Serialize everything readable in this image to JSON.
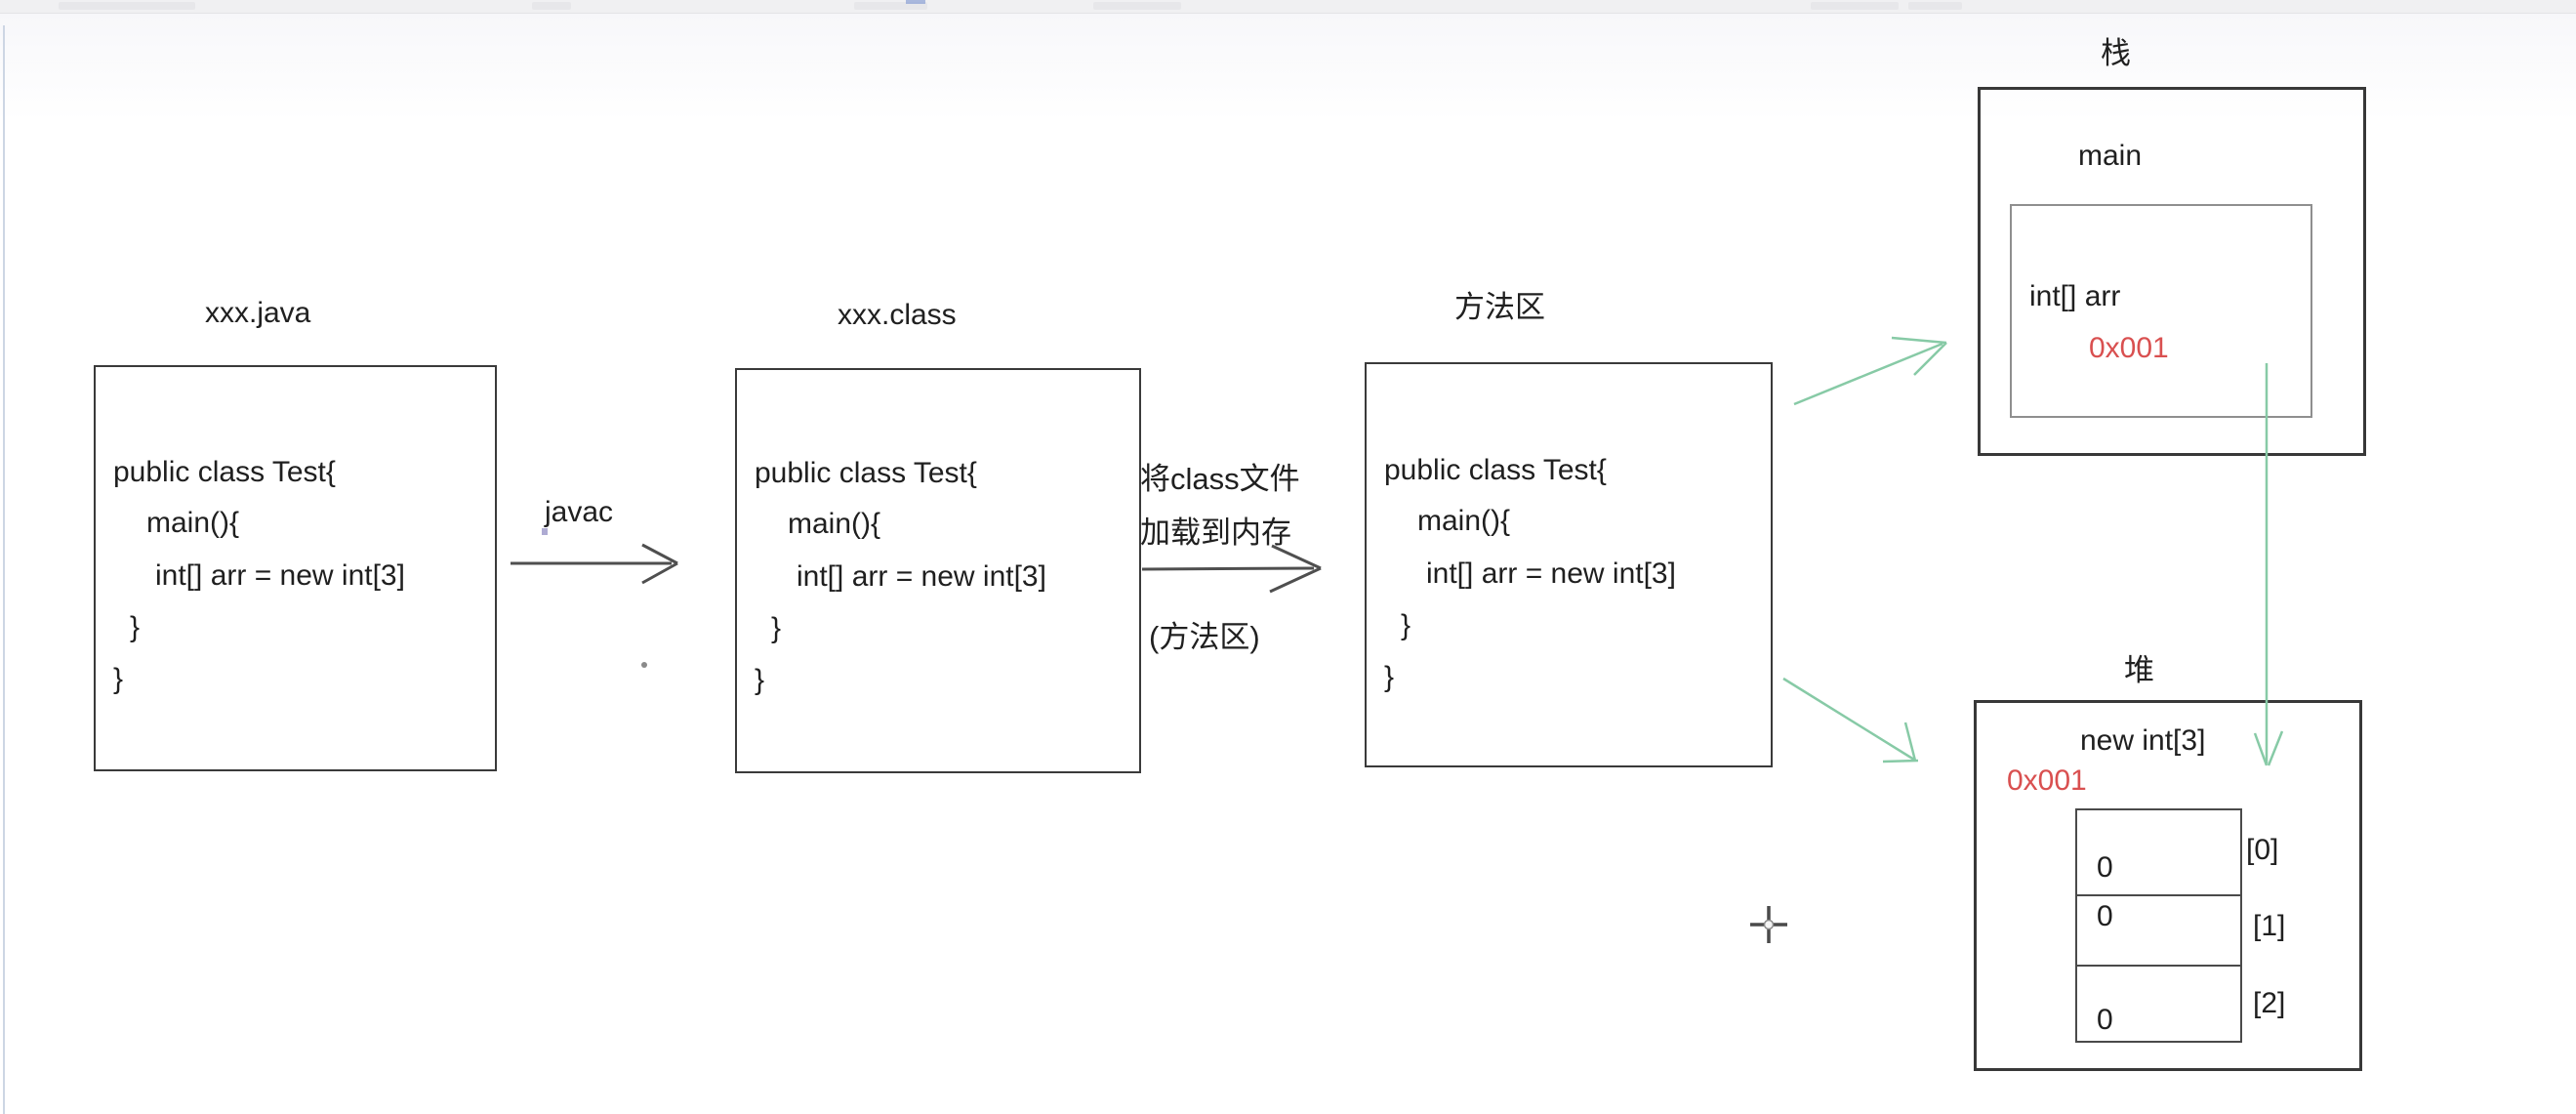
{
  "colors": {
    "accent_red": "#d95050",
    "accent_green": "#87caa6",
    "arrow_black": "#4f4f4f",
    "box_border": "#3a3a3a"
  },
  "boxes": {
    "java": {
      "title": "xxx.java",
      "code": [
        "public class Test{",
        "main(){",
        "int[] arr = new int[3]",
        "}",
        "}"
      ]
    },
    "class": {
      "title": "xxx.class",
      "code": [
        "public class Test{",
        "main(){",
        "int[] arr = new int[3]",
        "}",
        "}"
      ]
    },
    "method_area": {
      "title": "方法区",
      "code": [
        "public class Test{",
        "main(){",
        "int[] arr = new int[3]",
        "}",
        "}"
      ]
    }
  },
  "arrows": {
    "javac_label": "javac",
    "load_label_line1": "将class文件",
    "load_label_line2": "加载到内存",
    "load_label_note": "(方法区)"
  },
  "stack": {
    "title": "栈",
    "frame_name": "main",
    "var_name": "int[] arr",
    "var_value": "0x001"
  },
  "heap": {
    "title": "堆",
    "object_label": "new int[3]",
    "address": "0x001",
    "cells": [
      "0",
      "0",
      "0"
    ],
    "indices": [
      "[0]",
      "[1]",
      "[2]"
    ]
  }
}
